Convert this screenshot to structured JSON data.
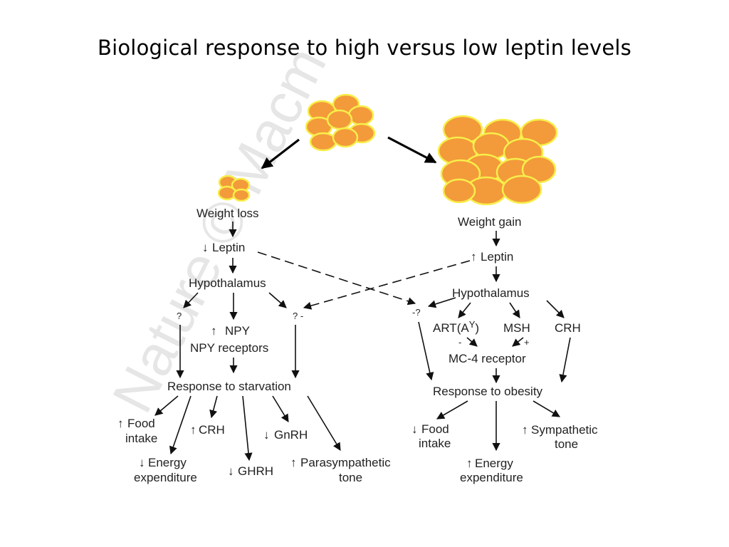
{
  "title": "Biological response to high versus low leptin levels",
  "watermark": "Nature © Macm",
  "colors": {
    "fat_cell_fill": "#f39a3b",
    "fat_cell_border": "#f7ee4a"
  },
  "arrow_symbols": {
    "up": "↑",
    "down": "↓"
  },
  "left": {
    "weight": "Weight loss",
    "leptin": "Leptin",
    "hypothalamus": "Hypothalamus",
    "q_left": "?",
    "q_right": "? -",
    "npy": "NPY",
    "npy_receptors": "NPY receptors",
    "response": "Response to starvation",
    "food_1": "Food",
    "food_2": "intake",
    "crh": "CRH",
    "gnrh": "GnRH",
    "energy_1": "Energy",
    "energy_2": "expenditure",
    "ghrh": "GHRH",
    "para_1": "Parasympathetic",
    "para_2": "tone"
  },
  "right": {
    "weight": "Weight gain",
    "leptin": "Leptin",
    "hypothalamus": "Hypothalamus",
    "q": "-?",
    "art": "ART(A",
    "art_sup": "Y",
    "art_close": ")",
    "msh": "MSH",
    "crh": "CRH",
    "minus": "-",
    "plus": "+",
    "mc4": "MC-4 receptor",
    "response": "Response to obesity",
    "food_1": "Food",
    "food_2": "intake",
    "energy_1": "Energy",
    "energy_2": "expenditure",
    "symp_1": "Sympathetic",
    "symp_2": "tone"
  }
}
